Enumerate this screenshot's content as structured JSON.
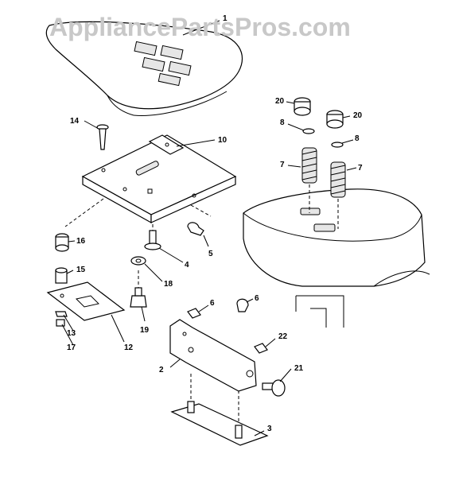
{
  "watermark": "AppliancePartsPros.com",
  "callouts": [
    "1",
    "14",
    "10",
    "20",
    "8",
    "7",
    "20",
    "8",
    "7",
    "16",
    "15",
    "4",
    "5",
    "18",
    "19",
    "12",
    "13",
    "17",
    "6",
    "6",
    "22",
    "2",
    "21",
    "3"
  ]
}
